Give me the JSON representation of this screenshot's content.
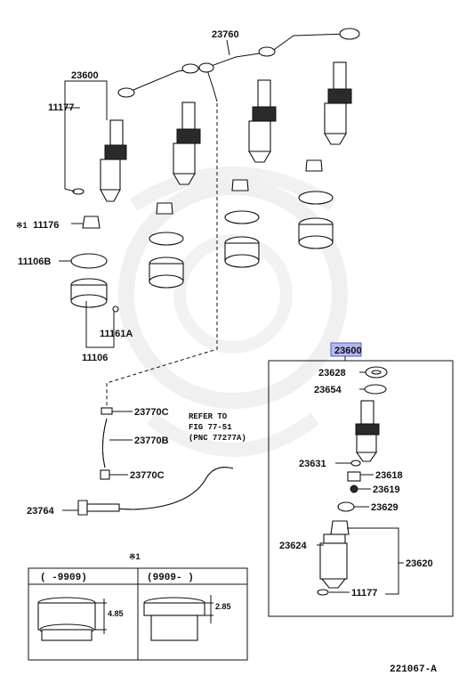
{
  "labels": {
    "l23760": "23760",
    "l23600_top": "23600",
    "l11177_top": "11177",
    "mark_11176": "※1",
    "l11176": "11176",
    "l11106b": "11106B",
    "l11161a": "11161A",
    "l11106": "11106",
    "l23770c_a": "23770C",
    "l23770b": "23770B",
    "l23770c_b": "23770C",
    "l23764": "23764",
    "refer_line1": "REFER TO",
    "refer_line2": "FIG 77-51",
    "refer_line3": "(PNC 77277A)",
    "l23600_box": "23600",
    "l23628": "23628",
    "l23654": "23654",
    "l23631": "23631",
    "l23618": "23618",
    "l23619": "23619",
    "l23629": "23629",
    "l23624": "23624",
    "l23620": "23620",
    "l11177_box": "11177"
  },
  "table": {
    "mark": "※1",
    "col1_header": "(      -9909)",
    "col2_header": "(9909-      )",
    "dim1": "4.85",
    "dim2": "2.85"
  },
  "figure_id": "221067-A",
  "colors": {
    "highlight": "#b3b8f0",
    "watermark": "#f3f3f3",
    "ink": "#111111"
  }
}
